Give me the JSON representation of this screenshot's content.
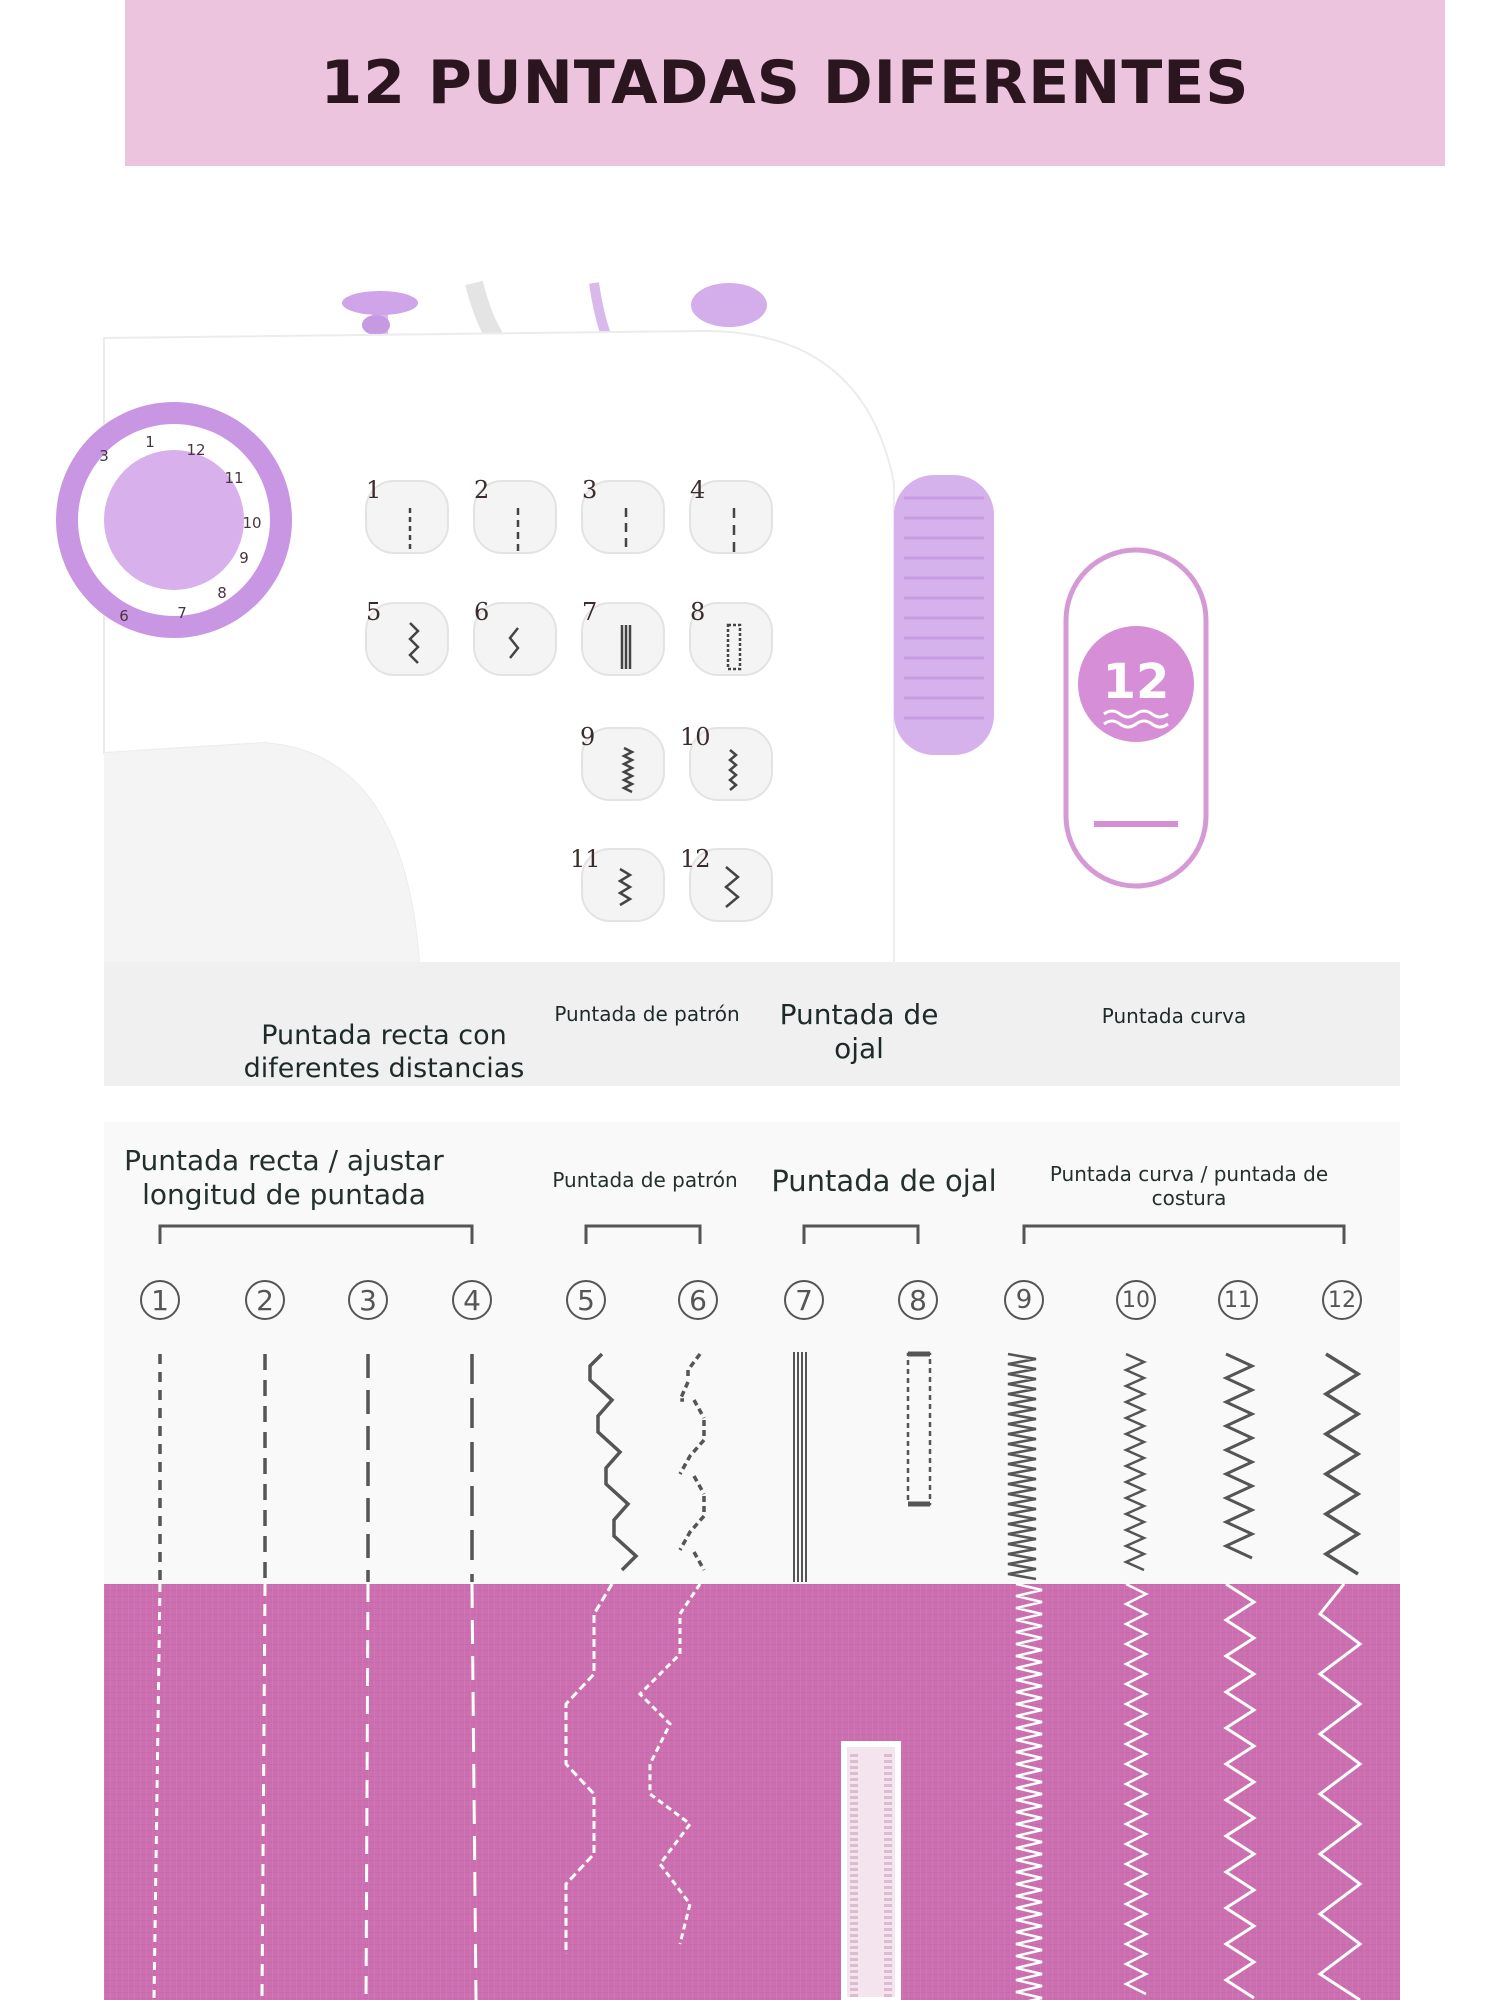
{
  "header": {
    "title": "12 PUNTADAS DIFERENTES"
  },
  "machine": {
    "dial_numbers": [
      "3",
      "1",
      "12",
      "11",
      "10",
      "9",
      "8",
      "7",
      "6"
    ],
    "stitch_numbers": [
      "1",
      "2",
      "3",
      "4",
      "5",
      "6",
      "7",
      "8",
      "9",
      "10",
      "11",
      "12"
    ],
    "badge_number": "12"
  },
  "top_labels": {
    "straight": "Puntada recta con diferentes distancias",
    "pattern": "Puntada de patrón",
    "buttonhole": "Puntada de ojal",
    "curve": "Puntada curva"
  },
  "bottom_labels": {
    "straight": "Puntada recta / ajustar longitud de puntada",
    "pattern": "Puntada de patrón",
    "buttonhole": "Puntada de ojal",
    "curve": "Puntada curva / puntada de costura"
  },
  "stitch_circles": [
    "1",
    "2",
    "3",
    "4",
    "5",
    "6",
    "7",
    "8",
    "9",
    "10",
    "11",
    "12"
  ],
  "colors": {
    "banner": "#ecc4de",
    "fabric": "#cc6fb0",
    "accent_purple": "#c89be0",
    "badge": "#d68fd6"
  }
}
